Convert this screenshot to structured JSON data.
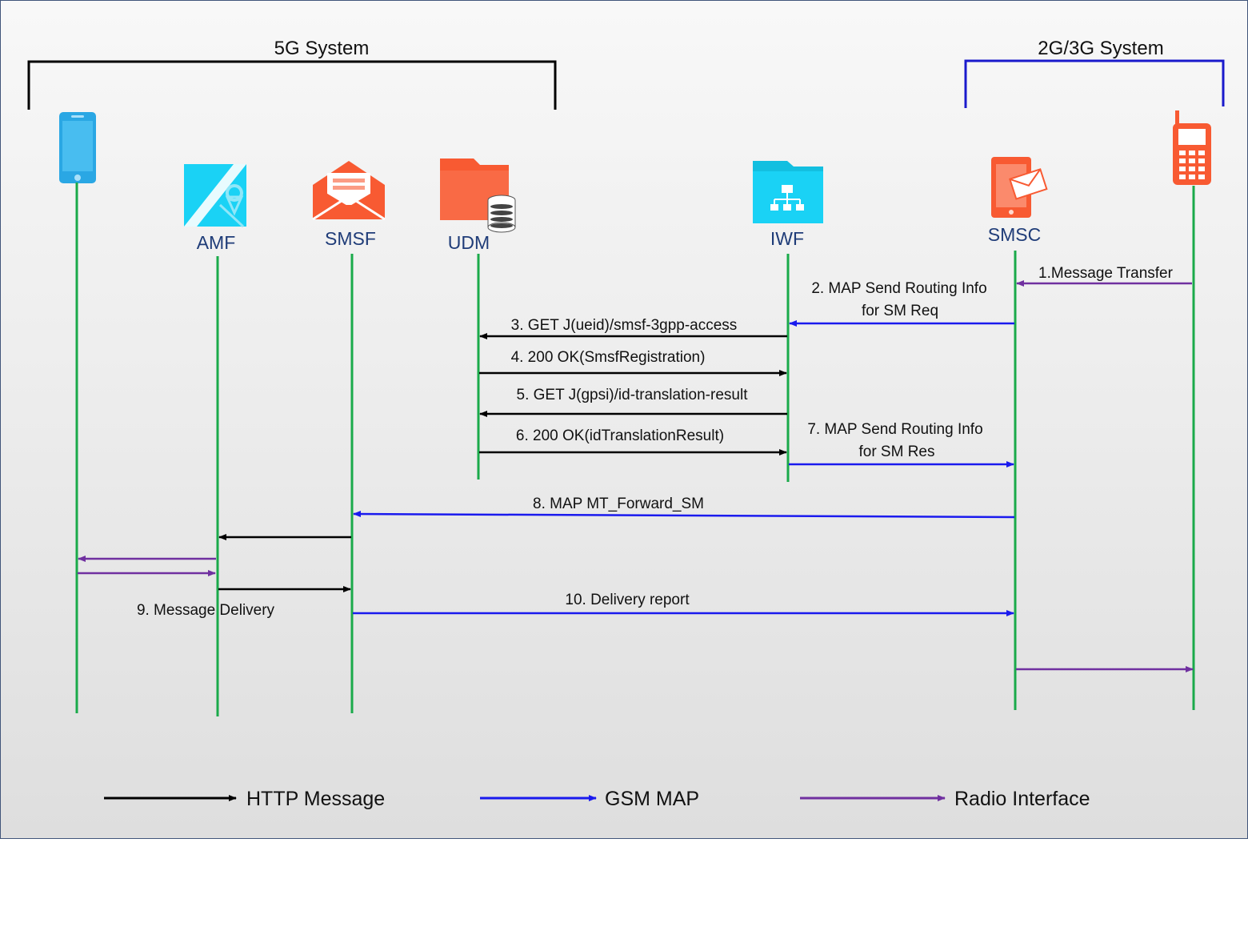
{
  "systems": {
    "five_g": "5G System",
    "two_three_g": "2G/3G System"
  },
  "nodes": {
    "amf": "AMF",
    "smsf": "SMSF",
    "udm": "UDM",
    "iwf": "IWF",
    "smsc": "SMSC"
  },
  "messages": {
    "m1": "1.Message Transfer",
    "m2_line1": "2. MAP Send Routing Info",
    "m2_line2": "for SM Req",
    "m3": "3. GET J(ueid)/smsf-3gpp-access",
    "m4": "4. 200 OK(SmsfRegistration)",
    "m5": "5. GET J(gpsi)/id-translation-result",
    "m6": "6. 200 OK(idTranslationResult)",
    "m7_line1": "7. MAP Send Routing Info",
    "m7_line2": "for SM Res",
    "m8": "8. MAP MT_Forward_SM",
    "m9": "9. Message Delivery",
    "m10": "10. Delivery report"
  },
  "legend": {
    "http": "HTTP Message",
    "gsm": "GSM MAP",
    "radio": "Radio Interface"
  },
  "colors": {
    "http": "#000000",
    "gsm": "#1a1aee",
    "radio": "#7030a0",
    "lifeline": "#1aaa4a",
    "system5g_bracket": "#000000",
    "system23g_bracket": "#1a1acc",
    "cyan_icon": "#1ad2f5",
    "orange_icon": "#f85a32",
    "phone_blue": "#2aa7e4",
    "node_label": "#1f3c78"
  },
  "icons": {
    "ue": "smartphone-icon",
    "amf": "map-location-icon",
    "smsf": "envelope-icon",
    "udm": "folder-database-icon",
    "iwf": "folder-network-icon",
    "smsc": "phone-message-icon",
    "ms": "feature-phone-icon"
  }
}
